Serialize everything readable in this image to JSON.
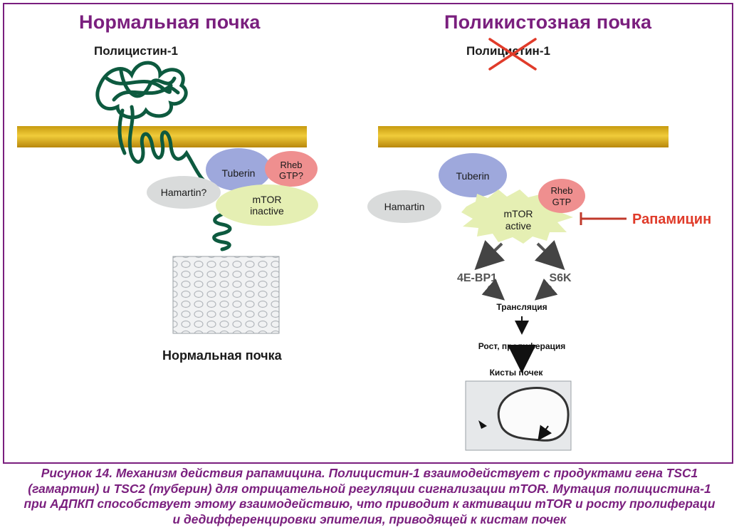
{
  "left": {
    "title": "Нормальная почка",
    "protein_label": "Полицистин-1",
    "tuberin": "Tuberin",
    "rheb_line1": "Rheb",
    "rheb_line2": "GTP?",
    "hamartin": "Hamartin?",
    "mtor_line1": "mTOR",
    "mtor_line2": "inactive",
    "tissue_label": "Нормальная почка"
  },
  "right": {
    "title": "Поликистозная почка",
    "protein_label": "Полицистин-1",
    "tuberin": "Tuberin",
    "rheb_line1": "Rheb",
    "rheb_line2": "GTP",
    "hamartin": "Hamartin",
    "mtor_line1": "mTOR",
    "mtor_line2": "active",
    "drug": "Рапамицин",
    "target1": "4E-BP1",
    "target2": "S6K",
    "step1": "Трансляция",
    "step2": "Рост, пролиферация",
    "step3": "Кисты почек"
  },
  "caption": {
    "line1": "Рисунок 14. Механизм действия рапамицина. Полицистин-1 взаимодействует с продуктами гена TSC1",
    "line2": "(гамартин) и TSC2 (туберин) для отрицательной регуляции сигнализации mTOR. Мутация полицистина-1",
    "line3": "при АДПКП способствует этому взаимодействию, что приводит к активации mTOR и росту пролифераци",
    "line4": "и дедифференцировки эпителия, приводящей к кистам почек"
  },
  "colors": {
    "accent": "#7a1f7e",
    "membrane": "#d9ad1e",
    "protein": "#0d5a3f",
    "tuberin": "#9ea8dc",
    "rheb": "#ef8f8f",
    "hamartin": "#d9dbdb",
    "mtor": "#e5efb3",
    "drug": "#e03b2a"
  }
}
